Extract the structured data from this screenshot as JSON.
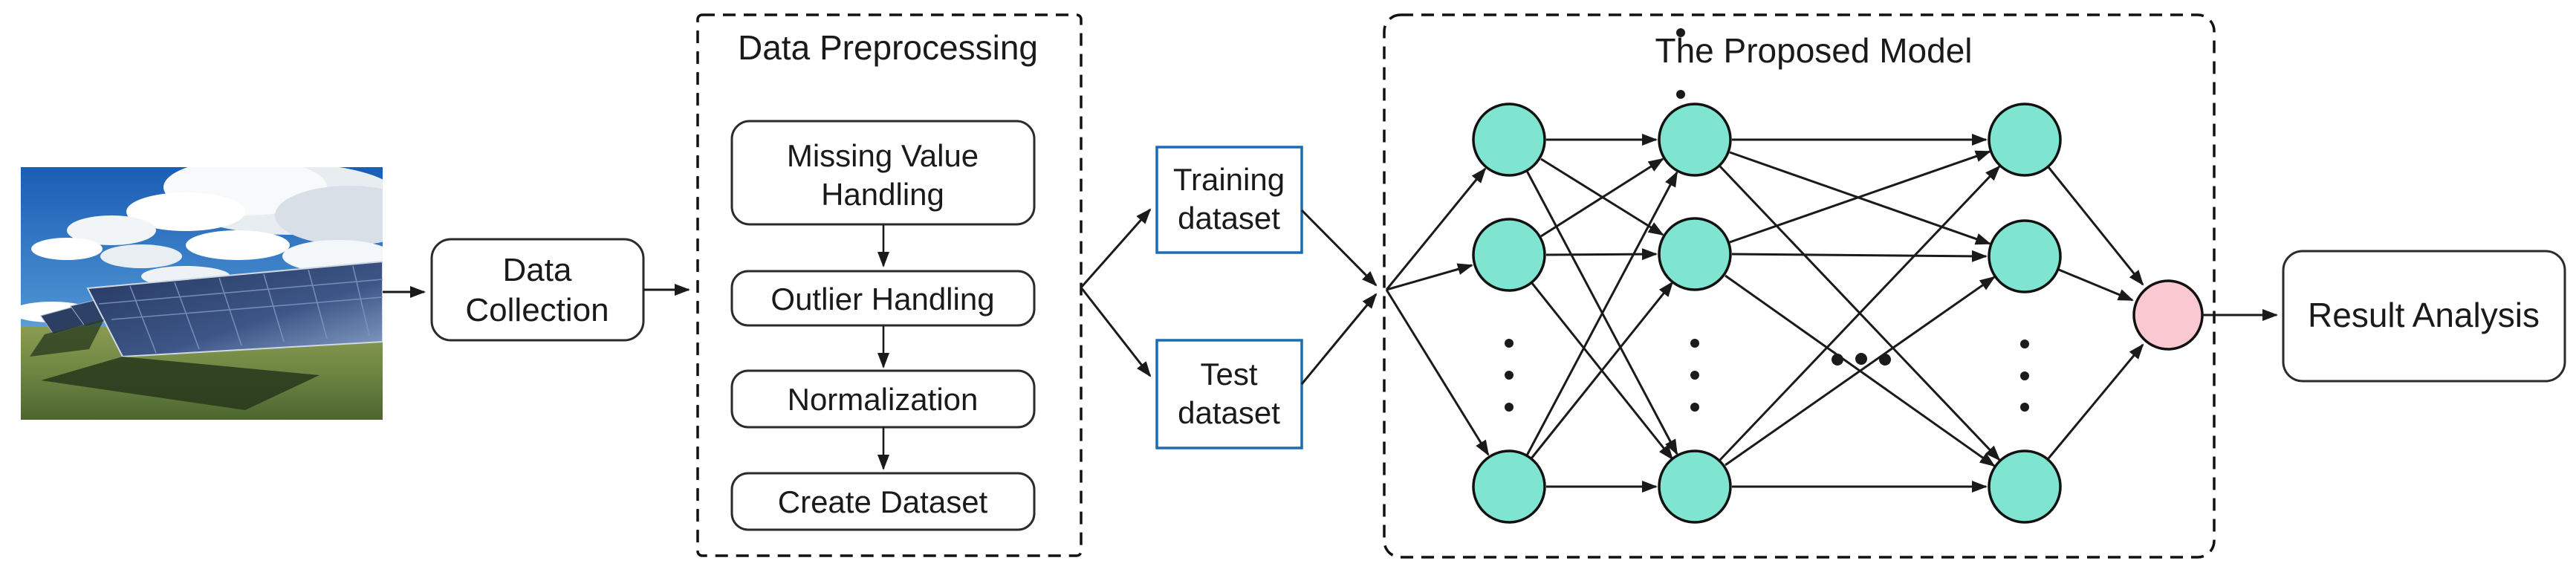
{
  "flow": {
    "data_collection": {
      "line1": "Data",
      "line2": "Collection"
    },
    "preprocessing": {
      "title": "Data Preprocessing",
      "step1_line1": "Missing Value",
      "step1_line2": "Handling",
      "step2": "Outlier Handling",
      "step3": "Normalization",
      "step4": "Create Dataset"
    },
    "datasets": {
      "training_line1": "Training",
      "training_line2": "dataset",
      "test_line1": "Test",
      "test_line2": "dataset"
    },
    "model": {
      "title": "The Proposed Model"
    },
    "result_analysis": {
      "label": "Result Analysis"
    },
    "colors": {
      "node_fill_teal": "#7FE5D0",
      "node_fill_pink": "#F9C8D0",
      "dataset_box_border": "#1B6CB3",
      "line_stroke": "#1A1A1A"
    }
  }
}
